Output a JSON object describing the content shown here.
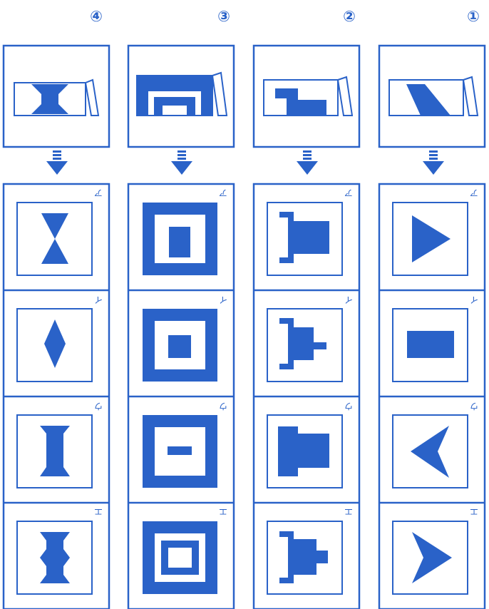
{
  "colors": {
    "ink": "#2a62c8",
    "paper": "#ffffff"
  },
  "columns": [
    {
      "number": "①",
      "source_shape": "triangle-wedge-icon",
      "options": [
        {
          "label": "ア",
          "shape": "triangle-right-icon"
        },
        {
          "label": "イ",
          "shape": "rectangle-icon"
        },
        {
          "label": "ウ",
          "shape": "arrowhead-left-icon"
        },
        {
          "label": "エ",
          "shape": "arrowhead-right-icon"
        }
      ]
    },
    {
      "number": "②",
      "source_shape": "step-block-icon",
      "options": [
        {
          "label": "ア",
          "shape": "bracket-block-icon"
        },
        {
          "label": "イ",
          "shape": "bracket-tab-icon"
        },
        {
          "label": "ウ",
          "shape": "notched-block-icon"
        },
        {
          "label": "エ",
          "shape": "bracket-notched-icon"
        }
      ]
    },
    {
      "number": "③",
      "source_shape": "frame-in-frame-icon",
      "options": [
        {
          "label": "ア",
          "shape": "frame-tall-core-icon"
        },
        {
          "label": "イ",
          "shape": "frame-square-core-icon"
        },
        {
          "label": "ウ",
          "shape": "frame-bar-core-icon"
        },
        {
          "label": "エ",
          "shape": "double-frame-icon"
        }
      ]
    },
    {
      "number": "④",
      "source_shape": "spool-icon",
      "options": [
        {
          "label": "ア",
          "shape": "hourglass-icon"
        },
        {
          "label": "イ",
          "shape": "diamond-icon"
        },
        {
          "label": "ウ",
          "shape": "i-beam-icon"
        },
        {
          "label": "エ",
          "shape": "stacked-spool-icon"
        }
      ]
    }
  ]
}
